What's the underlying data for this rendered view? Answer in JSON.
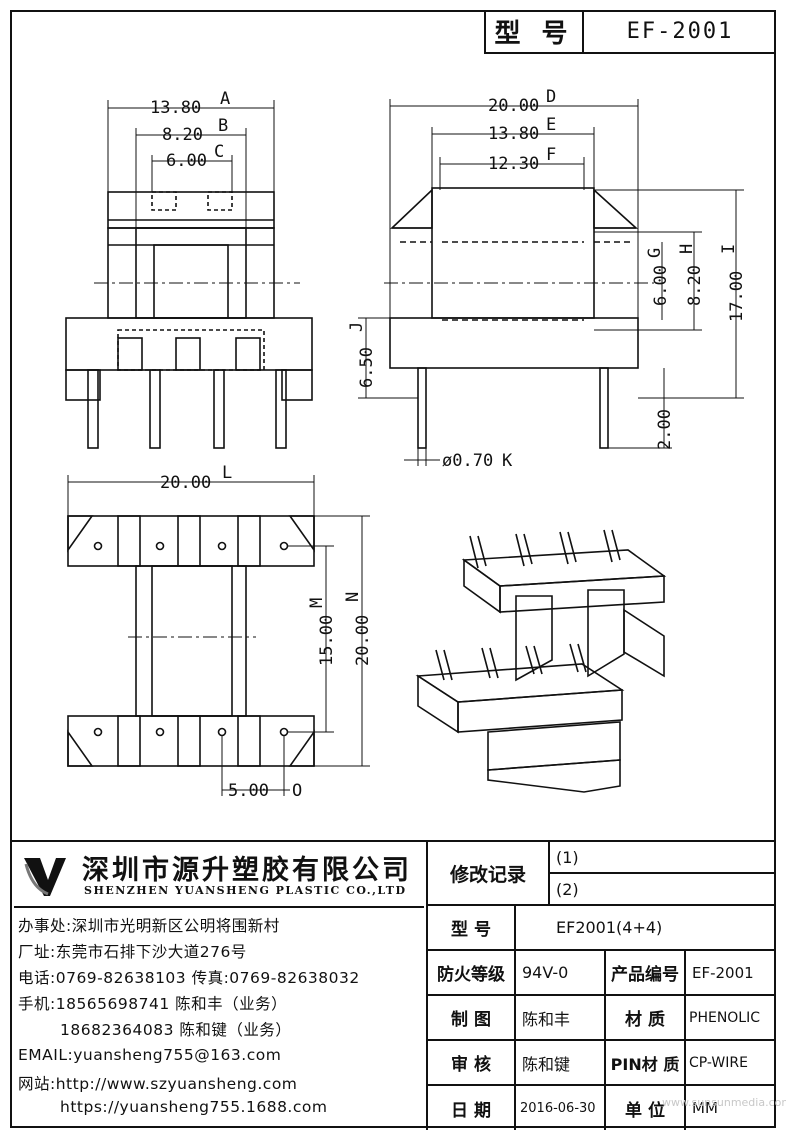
{
  "header": {
    "model_label": "型 号",
    "model_value": "EF-2001"
  },
  "dimensions": {
    "a": "13.80",
    "b": "8.20",
    "c": "6.00",
    "d": "20.00",
    "e": "13.80",
    "f": "12.30",
    "g": "6.00",
    "h": "8.20",
    "i": "17.00",
    "j": "6.50",
    "k": "2.00",
    "pin": "ø0.70",
    "l": "20.00",
    "m": "15.00",
    "n": "20.00",
    "o": "5.00"
  },
  "dim_letters": {
    "a": "A",
    "b": "B",
    "c": "C",
    "d": "D",
    "e": "E",
    "f": "F",
    "g": "G",
    "h": "H",
    "i": "I",
    "j": "J",
    "k": "K",
    "l": "L",
    "m": "M",
    "n": "N",
    "o": "O"
  },
  "company": {
    "name_cn": "深圳市源升塑胶有限公司",
    "name_en": "SHENZHEN YUANSHENG PLASTIC CO.,LTD",
    "office": "办事处:深圳市光明新区公明将围新村",
    "factory": "厂址:东莞市石排下沙大道276号",
    "phone": "电话:0769-82638103 传真:0769-82638032",
    "mobile1": "手机:18565698741 陈和丰（业务）",
    "mobile2": "18682364083 陈和键（业务）",
    "email": "EMAIL:yuansheng755@163.com",
    "web1": "网站:http://www.szyuansheng.com",
    "web2": "https://yuansheng755.1688.com"
  },
  "revision": {
    "label": "修改记录",
    "r1": "(1)",
    "r2": "(2)"
  },
  "spec": {
    "model_label": "型 号",
    "model_value": "EF2001(4+4)",
    "fire_label": "防火等级",
    "fire_value": "94V-0",
    "product_no_label": "产品编号",
    "product_no_value": "EF-2001",
    "drawn_label": "制 图",
    "drawn_value": "陈和丰",
    "material_label": "材 质",
    "material_value": "PHENOLIC",
    "checked_label": "审 核",
    "checked_value": "陈和键",
    "pin_material_label": "PIN材 质",
    "pin_material_value": "CP-WIRE",
    "date_label": "日 期",
    "date_value": "2016-06-30",
    "unit_label": "单 位",
    "unit_value": "MM"
  },
  "watermark": "www.sunsunmedia.com"
}
